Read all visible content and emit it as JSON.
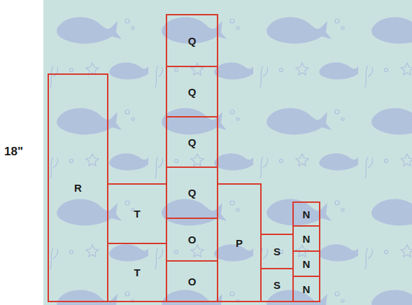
{
  "diagram": {
    "nodes": [
      {
        "text": [
          "R"
        ]
      },
      {
        "text": [
          "T"
        ]
      },
      {
        "text": [
          "T"
        ]
      },
      {
        "text": [
          "Q"
        ]
      },
      {
        "text": [
          "Q"
        ]
      },
      {
        "text": [
          "Q"
        ]
      },
      {
        "text": [
          "Q"
        ]
      },
      {
        "text": [
          "O"
        ]
      },
      {
        "text": [
          "O"
        ]
      },
      {
        "text": [
          "P"
        ]
      },
      {
        "text": [
          "S"
        ]
      },
      {
        "text": [
          "S"
        ]
      },
      {
        "text": [
          "N"
        ]
      },
      {
        "text": [
          "N"
        ]
      },
      {
        "text": [
          "N"
        ]
      },
      {
        "text": [
          "N"
        ]
      }
    ],
    "labels": [
      "18\""
    ]
  }
}
